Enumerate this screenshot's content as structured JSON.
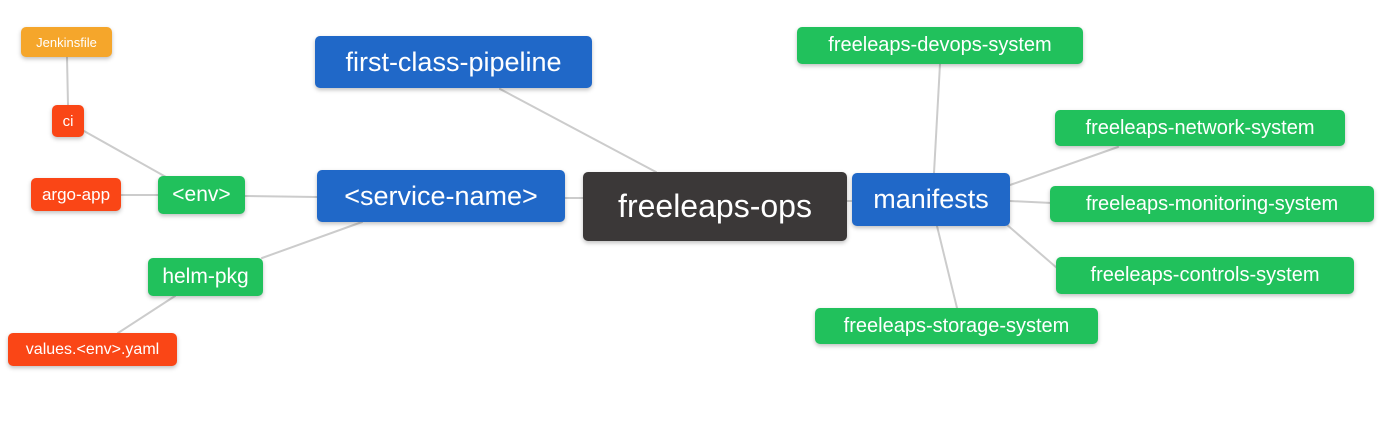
{
  "palette": {
    "orange": "#F5A62B",
    "red": "#FA4616",
    "green": "#21C15C",
    "blue": "#2068C8",
    "dark": "#3B3838",
    "edge": "#CCCCCC",
    "text": "#FFFFFF",
    "background": "#FFFFFF"
  },
  "nodes": [
    {
      "id": "jenkinsfile",
      "label": "Jenkinsfile",
      "color": "orange"
    },
    {
      "id": "ci",
      "label": "ci",
      "color": "red"
    },
    {
      "id": "argo-app",
      "label": "argo-app",
      "color": "red"
    },
    {
      "id": "env",
      "label": "<env>",
      "color": "green"
    },
    {
      "id": "service-name",
      "label": "<service-name>",
      "color": "blue"
    },
    {
      "id": "first-class-pipeline",
      "label": "first-class-pipeline",
      "color": "blue"
    },
    {
      "id": "helm-pkg",
      "label": "helm-pkg",
      "color": "green"
    },
    {
      "id": "values-env-yaml",
      "label": "values.<env>.yaml",
      "color": "red"
    },
    {
      "id": "freeleaps-ops",
      "label": "freeleaps-ops",
      "color": "dark"
    },
    {
      "id": "manifests",
      "label": "manifests",
      "color": "blue"
    },
    {
      "id": "freeleaps-devops-system",
      "label": "freeleaps-devops-system",
      "color": "green"
    },
    {
      "id": "freeleaps-network-system",
      "label": "freeleaps-network-system",
      "color": "green"
    },
    {
      "id": "freeleaps-monitoring-system",
      "label": "freeleaps-monitoring-system",
      "color": "green"
    },
    {
      "id": "freeleaps-controls-system",
      "label": "freeleaps-controls-system",
      "color": "green"
    },
    {
      "id": "freeleaps-storage-system",
      "label": "freeleaps-storage-system",
      "color": "green"
    }
  ],
  "edges": [
    [
      "jenkinsfile",
      "ci"
    ],
    [
      "ci",
      "env"
    ],
    [
      "argo-app",
      "env"
    ],
    [
      "env",
      "service-name"
    ],
    [
      "service-name",
      "freeleaps-ops"
    ],
    [
      "service-name",
      "helm-pkg"
    ],
    [
      "helm-pkg",
      "values-env-yaml"
    ],
    [
      "first-class-pipeline",
      "freeleaps-ops"
    ],
    [
      "freeleaps-ops",
      "manifests"
    ],
    [
      "manifests",
      "freeleaps-devops-system"
    ],
    [
      "manifests",
      "freeleaps-network-system"
    ],
    [
      "manifests",
      "freeleaps-monitoring-system"
    ],
    [
      "manifests",
      "freeleaps-controls-system"
    ],
    [
      "manifests",
      "freeleaps-storage-system"
    ]
  ]
}
